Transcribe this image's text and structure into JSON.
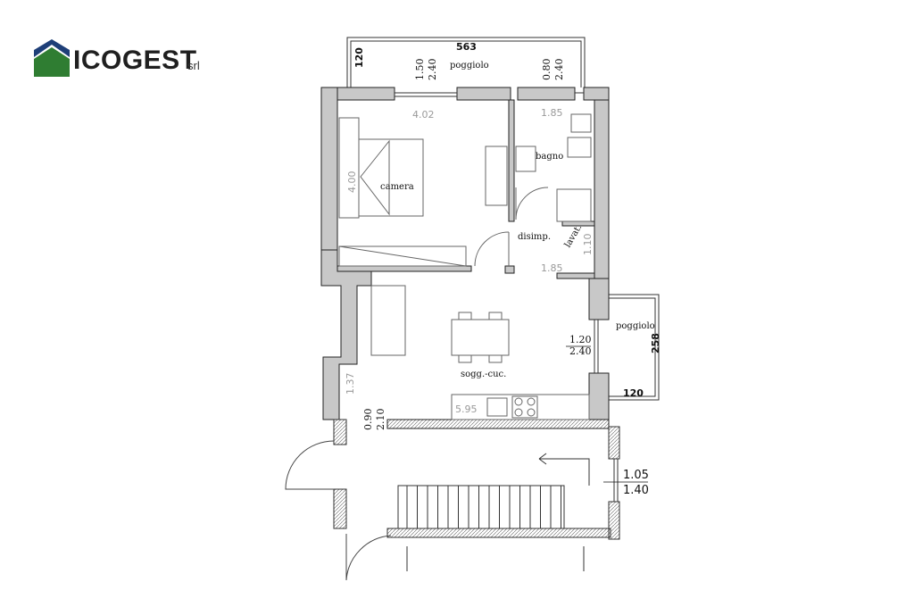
{
  "logo": {
    "brand": "ICOGEST",
    "suffix": "srl",
    "colors": {
      "roof": "#1e3f78",
      "field": "#2f7d32"
    }
  },
  "rooms": {
    "camera": "camera",
    "bagno": "bagno",
    "disimp": "disimp.",
    "lavat": "lavat.",
    "soggiorno": "sogg.-cuc.",
    "poggiolo_top": "poggiolo",
    "poggiolo_right": "poggiolo"
  },
  "dimensions": {
    "balcony_top_width": "563",
    "balcony_top_depth": "120",
    "balcony_right_length": "258",
    "balcony_right_depth": "120",
    "window_camera_w": "1.50",
    "window_camera_h": "2.40",
    "window_bagno_w": "0.80",
    "window_bagno_h": "2.40",
    "camera_width": "4.02",
    "camera_depth": "4.00",
    "bagno_width": "1.85",
    "lavat_depth": "1.10",
    "disimp_width": "1.85",
    "door_living_w": "1.20",
    "door_living_h": "2.40",
    "living_left": "1.37",
    "kitchen_width": "5.95",
    "entry_door_w": "0.90",
    "entry_door_h": "2.10",
    "stair_window_w": "1.05",
    "stair_window_h": "1.40"
  }
}
